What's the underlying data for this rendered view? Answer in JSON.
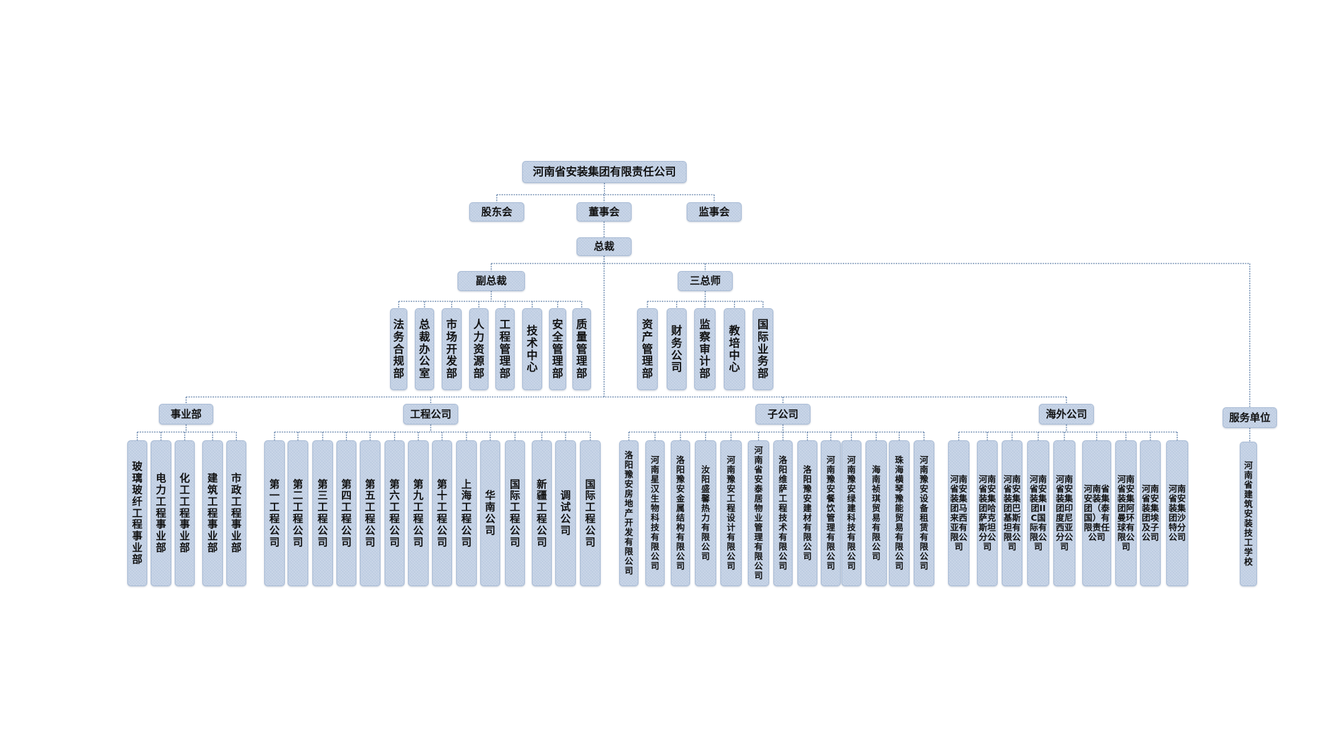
{
  "colors": {
    "box_fill": "#c3d1e5",
    "box_border": "#a8bbd5",
    "connector": "#5f7fa8"
  },
  "root": "河南省安装集团有限责任公司",
  "governance": [
    "股东会",
    "董事会",
    "监事会"
  ],
  "president": "总裁",
  "vice_president": {
    "label": "副总裁",
    "departments": [
      "法务合规部",
      "总裁办公室",
      "市场开发部",
      "人力资源部",
      "工程管理部",
      "技术中心",
      "安全管理部",
      "质量管理部"
    ]
  },
  "chief_officers": {
    "label": "三总师",
    "departments": [
      "资产管理部",
      "财务公司",
      "监察审计部",
      "教培中心",
      "国际业务部"
    ]
  },
  "business_divisions": {
    "label": "事业部",
    "items": [
      "玻璃玻纤工程事业部",
      "电力工程事业部",
      "化工工程事业部",
      "建筑工程事业部",
      "市政工程事业部"
    ]
  },
  "engineering_companies": {
    "label": "工程公司",
    "items": [
      "第一工程公司",
      "第二工程公司",
      "第三工程公司",
      "第四工程公司",
      "第五工程公司",
      "第六工程公司",
      "第九工程公司",
      "第十工程公司",
      "上海工程公司",
      "华南公司",
      "国际工程公司",
      "新疆工程公司",
      "调试公司",
      "国际工程公司"
    ]
  },
  "subsidiaries": {
    "label": "子公司",
    "items": [
      "洛阳豫安房地产开发有限公司",
      "河南星汉生物科技有限公司",
      "洛阳豫安金属结构有限公司",
      "汝阳盛馨热力有限公司",
      "河南豫安工程设计有限公司",
      "河南省安泰居物业管理有限公司",
      "洛阳维萨工程技术有限公司",
      "洛阳豫安建材有限公司",
      "河南豫安餐饮管理有限公司",
      "河南豫安绿建科技有限公司",
      "海南祯琪贸易有限公司",
      "珠海横琴豫能贸易有限公司",
      "河南豫安设备租赁有限公司"
    ]
  },
  "overseas": {
    "label": "海外公司",
    "items": [
      "河南省安装集团马来西亚有限公司",
      "河南省安装集团哈萨克斯坦分公司",
      "河南省安装集团巴基斯坦有限公司",
      "河南省安装集团IIC国际有限公司",
      "河南省安装集团印度尼西亚分公司",
      "河南省安装集团（泰国）有限责任公司",
      "河南省安装集团阿曼环球有限公司",
      "河南省安装集团埃及子公司",
      "河南省安装集团沙特分公司"
    ]
  },
  "service_units": {
    "label": "服务单位",
    "items": [
      "河南省建筑安装技工学校"
    ]
  }
}
